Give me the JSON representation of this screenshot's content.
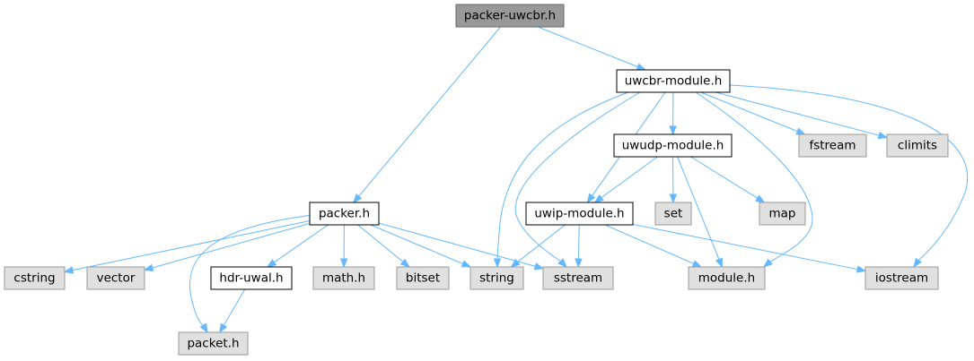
{
  "diagram": {
    "colors": {
      "edge": "#63b8ff",
      "root_fill": "#999999",
      "root_border": "#666666",
      "project_fill": "#ffffff",
      "project_border": "#000000",
      "system_fill": "#e0e0e0",
      "system_border": "#999999"
    },
    "nodes": [
      {
        "id": "packer_uwcbr",
        "label": "packer-uwcbr.h",
        "kind": "root"
      },
      {
        "id": "uwcbr_module",
        "label": "uwcbr-module.h",
        "kind": "project"
      },
      {
        "id": "packer",
        "label": "packer.h",
        "kind": "project"
      },
      {
        "id": "uwudp_module",
        "label": "uwudp-module.h",
        "kind": "project"
      },
      {
        "id": "uwip_module",
        "label": "uwip-module.h",
        "kind": "project"
      },
      {
        "id": "hdr_uwal",
        "label": "hdr-uwal.h",
        "kind": "project"
      },
      {
        "id": "fstream",
        "label": "fstream",
        "kind": "system"
      },
      {
        "id": "climits",
        "label": "climits",
        "kind": "system"
      },
      {
        "id": "set",
        "label": "set",
        "kind": "system"
      },
      {
        "id": "map",
        "label": "map",
        "kind": "system"
      },
      {
        "id": "cstring",
        "label": "cstring",
        "kind": "system"
      },
      {
        "id": "vector",
        "label": "vector",
        "kind": "system"
      },
      {
        "id": "math",
        "label": "math.h",
        "kind": "system"
      },
      {
        "id": "bitset",
        "label": "bitset",
        "kind": "system"
      },
      {
        "id": "string",
        "label": "string",
        "kind": "system"
      },
      {
        "id": "sstream",
        "label": "sstream",
        "kind": "system"
      },
      {
        "id": "module",
        "label": "module.h",
        "kind": "system"
      },
      {
        "id": "iostream",
        "label": "iostream",
        "kind": "system"
      },
      {
        "id": "packet",
        "label": "packet.h",
        "kind": "system"
      }
    ],
    "edges": [
      {
        "from": "packer_uwcbr",
        "to": "uwcbr_module"
      },
      {
        "from": "packer_uwcbr",
        "to": "packer"
      },
      {
        "from": "uwcbr_module",
        "to": "uwudp_module"
      },
      {
        "from": "uwcbr_module",
        "to": "fstream"
      },
      {
        "from": "uwcbr_module",
        "to": "climits"
      },
      {
        "from": "uwcbr_module",
        "to": "iostream"
      },
      {
        "from": "uwcbr_module",
        "to": "module"
      },
      {
        "from": "uwcbr_module",
        "to": "uwip_module"
      },
      {
        "from": "uwcbr_module",
        "to": "string"
      },
      {
        "from": "uwcbr_module",
        "to": "sstream"
      },
      {
        "from": "uwudp_module",
        "to": "uwip_module"
      },
      {
        "from": "uwudp_module",
        "to": "set"
      },
      {
        "from": "uwudp_module",
        "to": "map"
      },
      {
        "from": "uwudp_module",
        "to": "module"
      },
      {
        "from": "uwip_module",
        "to": "string"
      },
      {
        "from": "uwip_module",
        "to": "sstream"
      },
      {
        "from": "uwip_module",
        "to": "module"
      },
      {
        "from": "uwip_module",
        "to": "iostream"
      },
      {
        "from": "packer",
        "to": "cstring"
      },
      {
        "from": "packer",
        "to": "vector"
      },
      {
        "from": "packer",
        "to": "hdr_uwal"
      },
      {
        "from": "packer",
        "to": "math"
      },
      {
        "from": "packer",
        "to": "bitset"
      },
      {
        "from": "packer",
        "to": "string"
      },
      {
        "from": "packer",
        "to": "sstream"
      },
      {
        "from": "packer",
        "to": "packet"
      },
      {
        "from": "hdr_uwal",
        "to": "packet"
      }
    ]
  }
}
